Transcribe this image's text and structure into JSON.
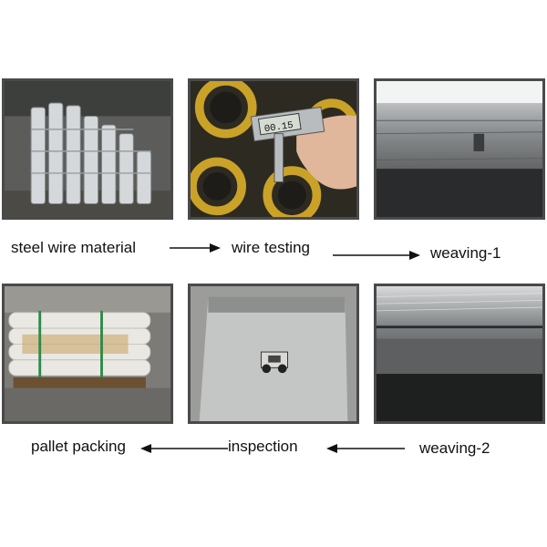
{
  "steps": {
    "steel_wire_material": "steel wire material",
    "wire_testing": "wire testing",
    "weaving_1": "weaving-1",
    "pallet_packing": "pallet packing",
    "inspection": "inspection",
    "weaving_2": "weaving-2"
  },
  "caliper_readout": "00.15",
  "colors": {
    "frame": "#4a4a4a",
    "text": "#111111",
    "arrow": "#111111",
    "spool_yellow": "#c9a227"
  }
}
